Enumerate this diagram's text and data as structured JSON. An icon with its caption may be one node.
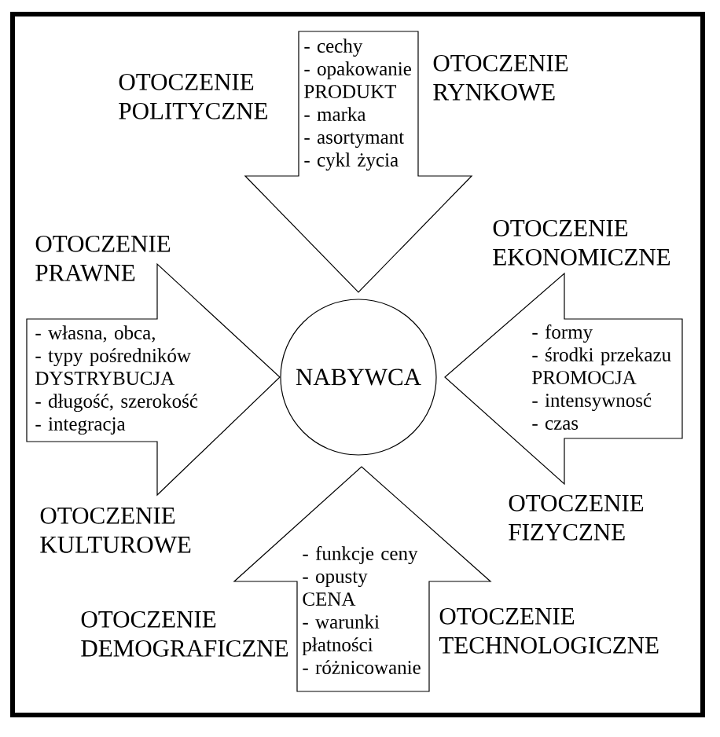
{
  "diagram": {
    "nodes": [
      {
        "text": [
          "- cechy",
          "- opakowanie",
          "PRODUKT",
          "- marka",
          "- asortymant",
          "- cykl życia"
        ]
      },
      {
        "text": [
          "- własna, obca,",
          "- typy pośredników",
          "DYSTRYBUCJA",
          "- długość, szerokość",
          "- integracja"
        ]
      },
      {
        "text": [
          "NABYWCA"
        ]
      },
      {
        "text": [
          "- formy",
          "- środki przekazu",
          "PROMOCJA",
          "- intensywnosć",
          "- czas"
        ]
      },
      {
        "text": [
          "- funkcje ceny",
          "- opusty",
          "CENA",
          "- warunki płatności",
          "- różnicowanie"
        ]
      }
    ],
    "labels": [
      "OTOCZENIE POLITYCZNE",
      "OTOCZENIE RYNKOWE",
      "OTOCZENIE PRAWNE",
      "OTOCZENIE EKONOMICZNE",
      "OTOCZENIE KULTUROWE",
      "OTOCZENIE FIZYCZNE",
      "OTOCZENIE DEMOGRAFICZNE",
      "OTOCZENIE TECHNOLOGICZNE"
    ]
  }
}
